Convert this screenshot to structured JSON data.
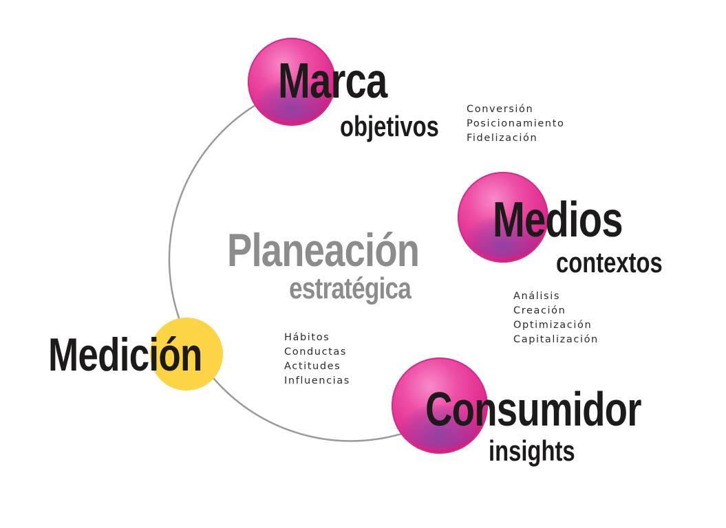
{
  "center": {
    "title": "Planeación",
    "subtitle": "estratégica"
  },
  "nodes": {
    "marca": {
      "title": "Marca",
      "subtitle": "objetivos",
      "color": "#e33093",
      "items": [
        "Conversión",
        "Posicionamiento",
        "Fidelización"
      ]
    },
    "medios": {
      "title": "Medios",
      "subtitle": "contextos",
      "color": "#e33093",
      "items": [
        "Análisis",
        "Creación",
        "Optimización",
        "Capitalización"
      ]
    },
    "consumidor": {
      "title": "Consumidor",
      "subtitle": "insights",
      "color": "#e33093",
      "items": [
        "Hábitos",
        "Conductas",
        "Actitudes",
        "Influencias"
      ]
    },
    "medicion": {
      "title": "Medición",
      "color": "#fcd446"
    }
  },
  "ring_color": "#9a9a9a"
}
